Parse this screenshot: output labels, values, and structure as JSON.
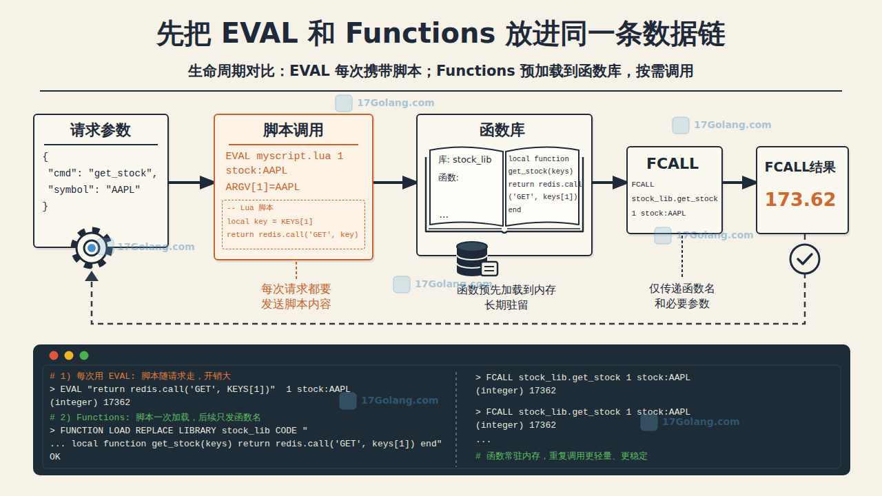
{
  "diagram": {
    "title": "先把 EVAL 和 Functions 放进同一条数据链",
    "nodes": [
      {
        "text": [
          "请求参数",
          "{",
          "\"cmd\": \"get_stock\",",
          "\"symbol\": \"AAPL\"",
          "}"
        ]
      },
      {
        "text": [
          "脚本调用",
          "EVAL myscript.lua 1 stock:AAPL",
          "ARGV[1]=AAPL"
        ]
      },
      {
        "text": [
          "-- Lua 脚本",
          "local key = KEYS[1]",
          "return redis.call('GET', key)"
        ],
        "in": 1
      },
      {
        "text": [
          "函数库"
        ]
      },
      {
        "text": [
          "库: stock_lib",
          "函数:",
          "...",
          "local function get_stock(keys) return redis.call ('GET', keys[1]) end"
        ],
        "in": 3
      },
      {
        "text": [
          "get_stock"
        ],
        "in": 4
      },
      {
        "text": [
          "FCALL",
          "FCALL stock_lib.get_stock 1 stock:AAPL"
        ]
      },
      {
        "text": [
          "FCALL结果",
          "173.62"
        ]
      },
      {
        "text": [
          "# 1) 每次用 EVAL: 脚本随请求走，开销大",
          "> EVAL \"return redis.call('GET', KEYS[1])\"  1 stock:AAPL",
          "(integer) 17362",
          "# 2) Functions: 脚本一次加载，后续只发函数名",
          "> FUNCTION LOAD REPLACE LIBRARY stock_lib CODE \"",
          "... local function get_stock(keys) return redis.call('GET', keys[1]) end\"",
          "OK",
          "> FCALL stock_lib.get_stock 1 stock:AAPL",
          "(integer) 17362",
          "> FCALL stock_lib.get_stock 1 stock:AAPL",
          "(integer) 17362",
          "...",
          "# 函数常驻内存，重复调用更轻量、更稳定"
        ]
      }
    ],
    "edges": [
      {
        "from": 0,
        "to": 1,
        "arrow": "to"
      },
      {
        "from": 1,
        "to": 3,
        "arrow": "to"
      },
      {
        "from": 3,
        "to": 6,
        "arrow": "to"
      },
      {
        "from": 6,
        "to": 7,
        "arrow": "to"
      },
      {
        "from": 7,
        "to": 0,
        "arrow": "to"
      }
    ],
    "labels": [
      "生命周期对比：EVAL 每次携带脚本；Functions 预加载到函数库，按需调用",
      "每次请求都要 发送脚本内容",
      "函数预先加载到内存 长期驻留",
      "仅传递函数名 和必要参数",
      "17Golang.com",
      "17Golang.com",
      "17Golang.com",
      "17Golang.com",
      "17Golang.com",
      "17Golang.com",
      "17Golang.com"
    ]
  }
}
